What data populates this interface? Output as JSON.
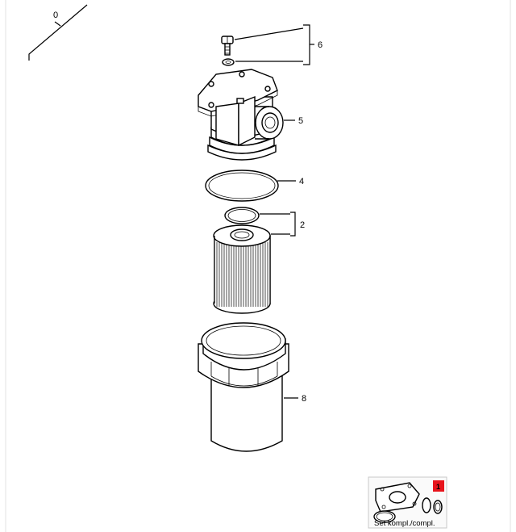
{
  "view_marker": "0",
  "callouts": {
    "p6": "6",
    "p5": "5",
    "p4": "4",
    "p2": "2",
    "p8": "8"
  },
  "set_box": {
    "label": "Set kompl./compl.",
    "badge": "1",
    "badge_color": "#e8141c"
  },
  "icons": [
    "screw-icon",
    "washer-icon",
    "filter-head-icon",
    "o-ring-icon",
    "filter-element-icon",
    "filter-bowl-icon",
    "gasket-set-icon"
  ]
}
